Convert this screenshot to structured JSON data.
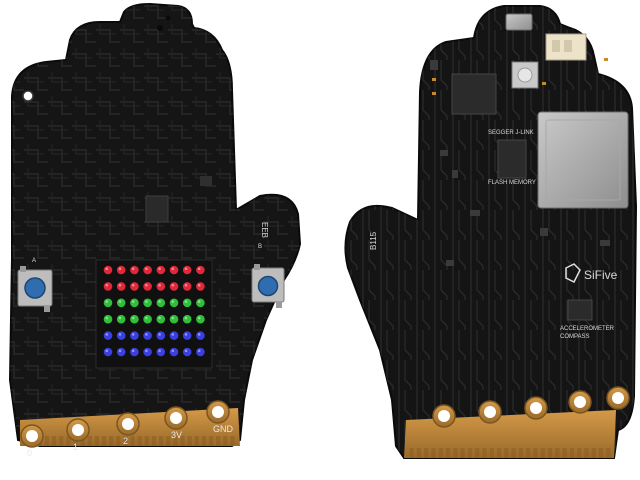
{
  "front_board": {
    "buttons": {
      "a_label": "A",
      "b_label": "B"
    },
    "pads": [
      "0",
      "1",
      "2",
      "3V",
      "GND"
    ],
    "led_matrix": {
      "rows": 6,
      "cols": 8,
      "row_colors": [
        "#e0283a",
        "#e0283a",
        "#2fbf3a",
        "#2fbf3a",
        "#3a3fe0",
        "#3a3fe0"
      ]
    },
    "silk_mark": "EEB"
  },
  "back_board": {
    "labels": {
      "segger": "SEGGER J-LINK",
      "flash": "FLASH MEMORY",
      "brand": "SiFive",
      "accel_line1": "ACCELEROMETER",
      "accel_line2": "COMPASS",
      "part_mark": "B115"
    }
  },
  "colors": {
    "pcb": "#1a1a1a",
    "pcb_edge": "#0d0d0d",
    "trace": "#2a2a2a",
    "gold": "#c08a3c",
    "silk": "#d9d9d9"
  }
}
